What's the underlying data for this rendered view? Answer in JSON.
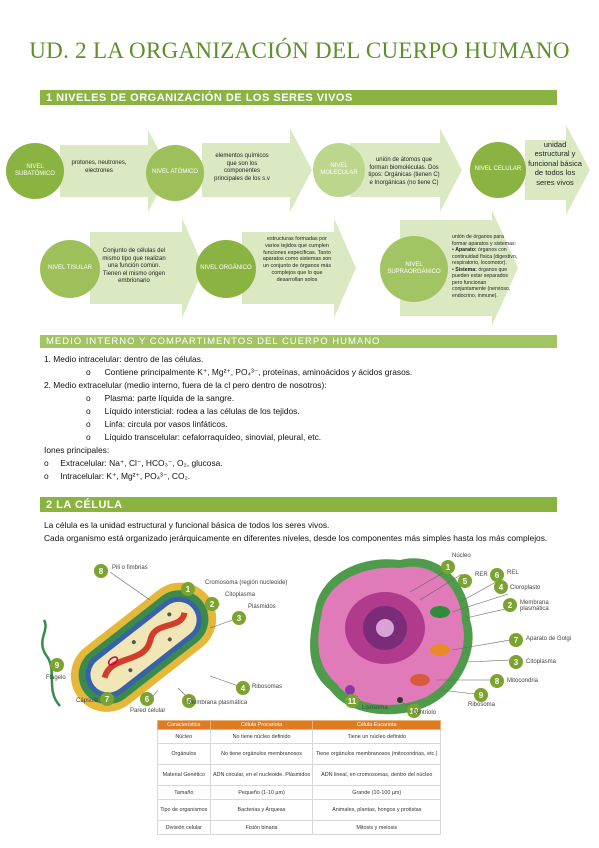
{
  "title": "UD. 2 LA ORGANIZACIÓN DEL CUERPO HUMANO",
  "section1": {
    "heading": "1 NIVELES DE ORGANIZACIÓN DE LOS SERES VIVOS",
    "levels": [
      {
        "name": "NIVEL SUBATÓMICO",
        "desc": "protones, neutrones, electrones"
      },
      {
        "name": "NIVEL ATÓMICO",
        "desc": "elementos químicos que son los componentes principales de los s.v"
      },
      {
        "name": "NIVEL MOLECULAR",
        "desc": "unión de átomos que forman biomoléculas. Dos tipos: Orgánicas (tienen C) e Inorgánicas (no tiene C)"
      },
      {
        "name": "NIVEL CELULAR",
        "desc": "unidad estructural y funcional básica de todos los seres vivos"
      },
      {
        "name": "NIVEL TISULAR",
        "desc": "Conjunto de células del mismo tipo que realizan una función común. Tienen el mismo origen embrionario"
      },
      {
        "name": "NIVEL ORGÁNICO",
        "desc": "estructuras formadas por varios tejidos que cumplen funciones específicas. Tanto aparatos como sistemas son un conjunto de órganos más complejos que lo que desarrollan solos"
      },
      {
        "name": "NIVEL SUPRAORGÁNICO",
        "desc_intro": "unión de órganos para formar aparatos y sistemas:",
        "bullet1_strong": "Aparato:",
        "bullet1": "órganos con continuidad física (digestivo, respiratorio, locomotor).",
        "bullet2_strong": "Sistema:",
        "bullet2": "órganos que pueden estar separados pero funcionan conjuntamente (nervioso, endocrino, inmune)."
      }
    ]
  },
  "medio": {
    "heading": "MEDIO INTERNO Y COMPARTIMENTOS DEL CUERPO HUMANO",
    "item1": "1.    Medio intracelular: dentro de las células.",
    "item1_sub": "Contiene principalmente K⁺, Mg²⁺, PO₄³⁻, proteínas, aminoácidos y ácidos grasos.",
    "item2": "2.    Medio extracelular (medio interno, fuera de la cl pero dentro de nosotros):",
    "item2_subs": [
      "Plasma: parte líquida de la sangre.",
      "Líquido intersticial: rodea a las células de los tejidos.",
      "Linfa: circula por vasos linfáticos.",
      "Líquido transcelular: cefalorraquídeo, sinovial, pleural, etc."
    ],
    "ions_title": "Iones principales:",
    "ions": [
      "Extracelular: Na⁺, Cl⁻, HCO₃⁻, O₂, glucosa.",
      "Intracelular: K⁺, Mg²⁺, PO₄³⁻, CO₂."
    ]
  },
  "section2": {
    "heading": "2 LA CÉLULA",
    "text1": "La célula es la unidad estructural y funcional básica de todos los seres vivos.",
    "text2": "Cada organismo está organizado jerárquicamente en diferentes niveles, desde los componentes más simples hasta los más complejos.",
    "prok_labels": {
      "pili": "Pili o fimbrias",
      "cromosoma": "Cromosoma (región nucleoide)",
      "citoplasma": "Citoplasma",
      "plasmidos": "Plásmidos",
      "flagelo": "Flagelo",
      "capsula": "Cápsula",
      "pared": "Pared celular",
      "ribosomas": "Ribosomas",
      "membrana": "Membrana plasmática"
    },
    "euk_labels": {
      "nucleo": "Núcleo",
      "rer": "RER",
      "rel": "REL",
      "cloroplasto": "Cloroplasto",
      "membrana": "Membrana plasmática",
      "golgi": "Aparato de Golgi",
      "citoplasma": "Citoplasma",
      "mitocondria": "Mitocondria",
      "ribosoma": "Ribosoma",
      "lisosoma": "Lisosoma",
      "centriolo": "Centriolo"
    },
    "table": {
      "headers": [
        "Característica",
        "Célula Procariota",
        "Célula Eucariota"
      ],
      "rows": [
        [
          "Núcleo",
          "No tiene núcleo definido",
          "Tiene un núcleo definido"
        ],
        [
          "Orgánulos",
          "No tiene orgánulos membranosos",
          "Tiene orgánulos membranosos (mitocondrias, etc.)"
        ],
        [
          "Material Genético",
          "ADN circular, en el nucleoide. Plásmidos",
          "ADN lineal, en cromosomas, dentro del núcleo"
        ],
        [
          "Tamaño",
          "Pequeño (1-10 µm)",
          "Grande (10-100 µm)"
        ],
        [
          "Tipo de organismos",
          "Bacterias y Arqueas",
          "Animales, plantas, hongos y protistas"
        ],
        [
          "División celular",
          "Fisión binaria",
          "Mitosis y meiosis"
        ]
      ]
    }
  },
  "colors": {
    "accent": "#8ab341",
    "title": "#5e8f2a",
    "table_header": "#e07b22"
  }
}
